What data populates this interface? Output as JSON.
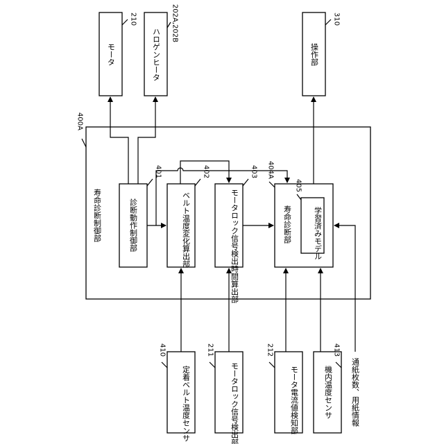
{
  "outer": {
    "ref": "400A",
    "title": "寿命診断制御部"
  },
  "top_blocks": [
    {
      "ref": "210",
      "label": "モータ"
    },
    {
      "ref": "202A,202B",
      "label": "ハロゲンヒータ"
    },
    {
      "ref": "310",
      "label": "操作部"
    }
  ],
  "inner_blocks": [
    {
      "ref": "401",
      "label": "診断動作制御部"
    },
    {
      "ref": "402",
      "label": "ベルト温度変化算出部"
    },
    {
      "ref": "403",
      "label": "モータロック信号検出時間算出部"
    },
    {
      "ref": "404A",
      "label": "寿命診断部"
    }
  ],
  "model": {
    "ref": "405",
    "label": "学習済みモデル"
  },
  "bottom_blocks": [
    {
      "ref": "410",
      "label": "定着ベルト温度センサ"
    },
    {
      "ref": "211",
      "label": "モータロック信号検出部"
    },
    {
      "ref": "212",
      "label": "モータ電流値検知部"
    },
    {
      "ref": "413",
      "label": "機内温度センサ"
    }
  ],
  "input_note": "通紙枚数、用紙情報"
}
